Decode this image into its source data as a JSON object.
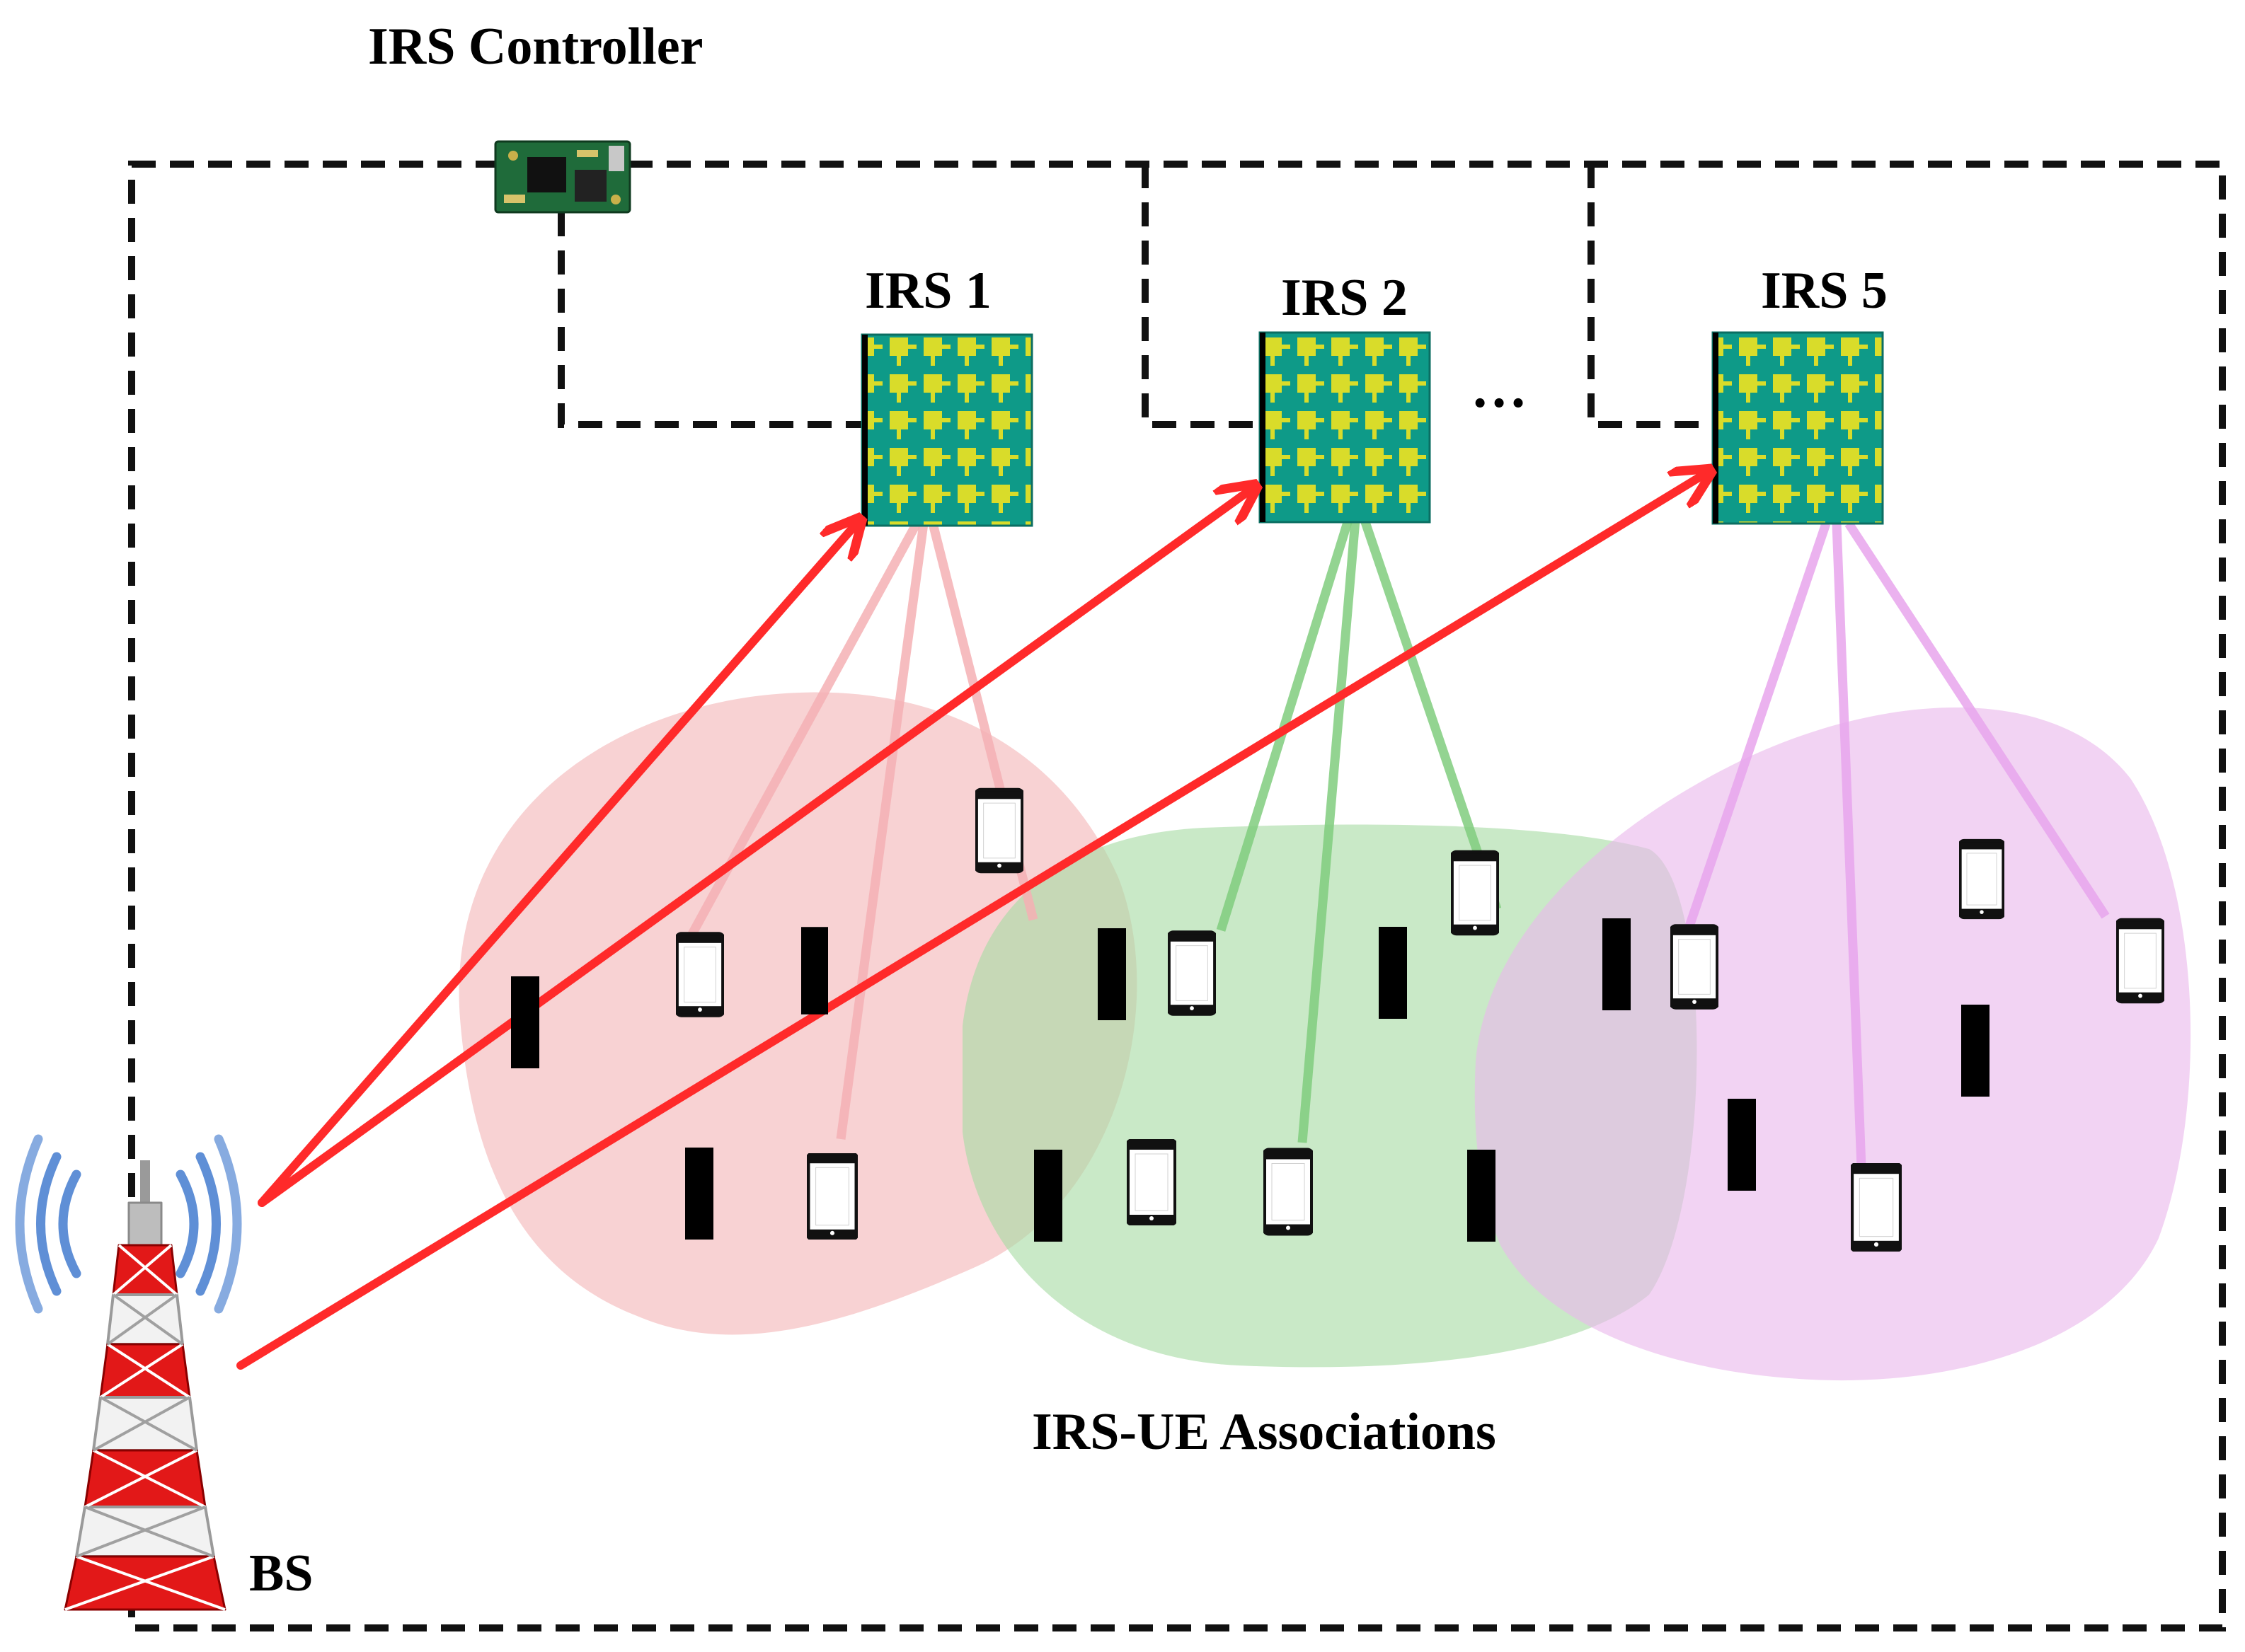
{
  "labels": {
    "controller": "IRS Controller",
    "irs1": "IRS 1",
    "irs2": "IRS 2",
    "irs5": "IRS 5",
    "ellipsis": "…",
    "associations": "IRS-UE Associations",
    "bs": "BS"
  },
  "colors": {
    "link_red": "#ff2a2a",
    "cluster_irs1": "#f3b6b8",
    "cluster_irs2": "#a8dba4",
    "cluster_irs5": "#eab8ec",
    "beam_irs1": "#f5b0b4",
    "beam_irs2": "#80cc7e",
    "beam_irs5": "#e8a4ec",
    "irs_panel": "#0e9a88",
    "irs_element": "#d9dc2a",
    "tower_red": "#e21818",
    "signal_blue": "#5f8fd6",
    "controller_board": "#1f6b3a"
  }
}
